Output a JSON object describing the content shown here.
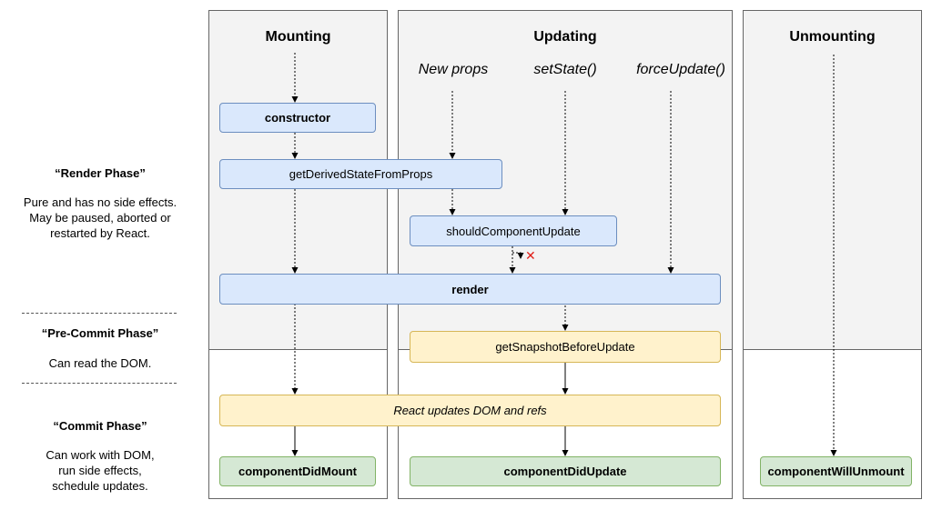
{
  "columns": {
    "mounting": {
      "title": "Mounting"
    },
    "updating": {
      "title": "Updating"
    },
    "unmounting": {
      "title": "Unmounting"
    }
  },
  "triggers": {
    "new_props": "New props",
    "set_state": "setState()",
    "force_update": "forceUpdate()"
  },
  "methods": {
    "constructor": "constructor",
    "get_derived_state_from_props": "getDerivedStateFromProps",
    "should_component_update": "shouldComponentUpdate",
    "render": "render",
    "get_snapshot_before_update": "getSnapshotBeforeUpdate",
    "react_updates_dom": "React updates DOM and refs",
    "component_did_mount": "componentDidMount",
    "component_did_update": "componentDidUpdate",
    "component_will_unmount": "componentWillUnmount"
  },
  "phases": {
    "render": {
      "title": "“Render Phase”",
      "description": "Pure and has no side effects.\nMay be paused, aborted or\nrestarted by React."
    },
    "pre_commit": {
      "title": "“Pre-Commit Phase”",
      "description": "Can read the DOM."
    },
    "commit": {
      "title": "“Commit Phase”",
      "description": "Can work with DOM,\nrun side effects,\nschedule updates."
    }
  },
  "cancel_mark": "✕",
  "colors": {
    "render_fill": "#dae8fc",
    "commit_fill": "#fff2cc",
    "lifecycle_fill": "#d5e8d4",
    "cancel_mark": "#e0201a",
    "column_background": "#f3f3f3"
  }
}
